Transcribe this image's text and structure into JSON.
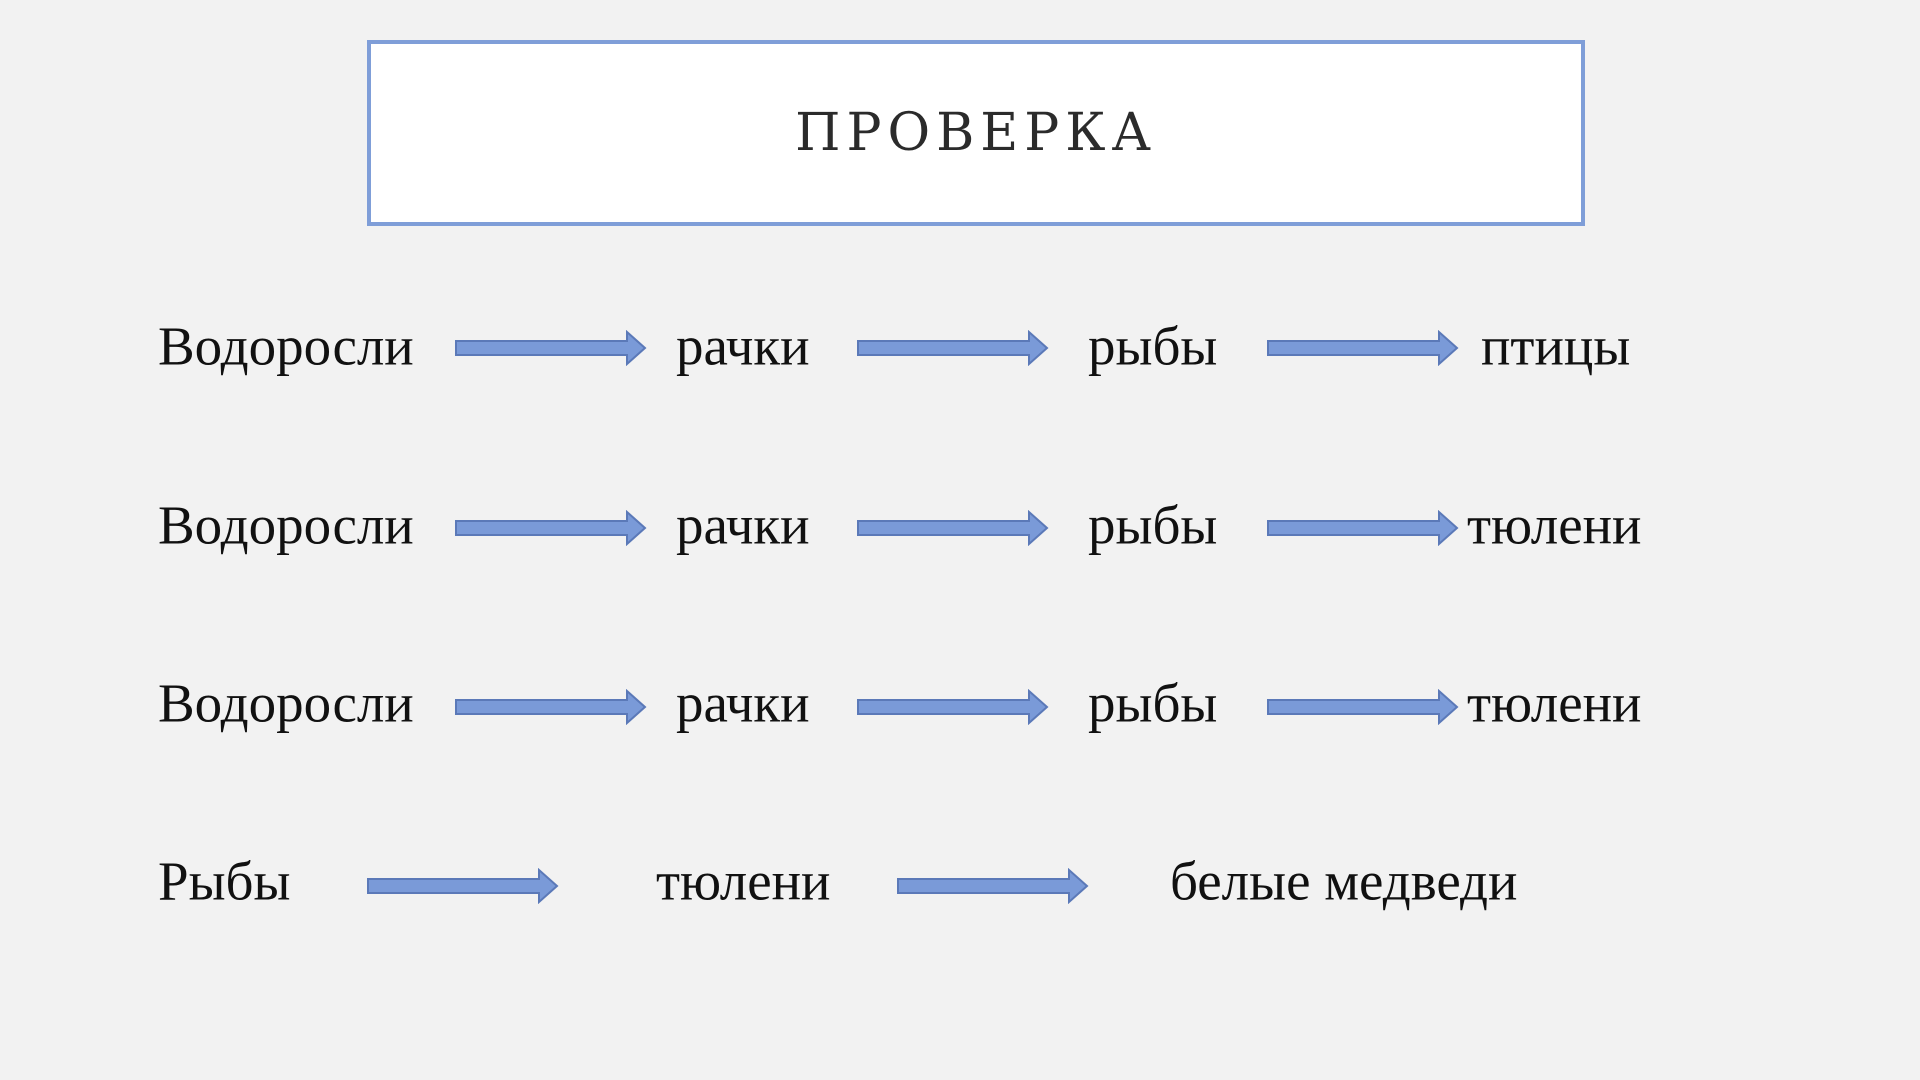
{
  "slide": {
    "title": "ПРОВЕРКА",
    "accent_color": "#7f9ed8",
    "arrow_fill": "#7a9ad8",
    "arrow_stroke": "#5b79b8",
    "background": "#f2f2f2"
  },
  "chains": [
    {
      "items": [
        "Водоросли",
        "рачки",
        "рыбы",
        "птицы"
      ]
    },
    {
      "items": [
        "Водоросли",
        "рачки",
        "рыбы",
        "тюлени"
      ]
    },
    {
      "items": [
        "Водоросли",
        "рачки",
        "рыбы",
        "тюлени"
      ]
    },
    {
      "items": [
        "Рыбы",
        "тюлени",
        "белые медведи"
      ]
    }
  ],
  "icons": {
    "arrow": "right-arrow-icon"
  }
}
